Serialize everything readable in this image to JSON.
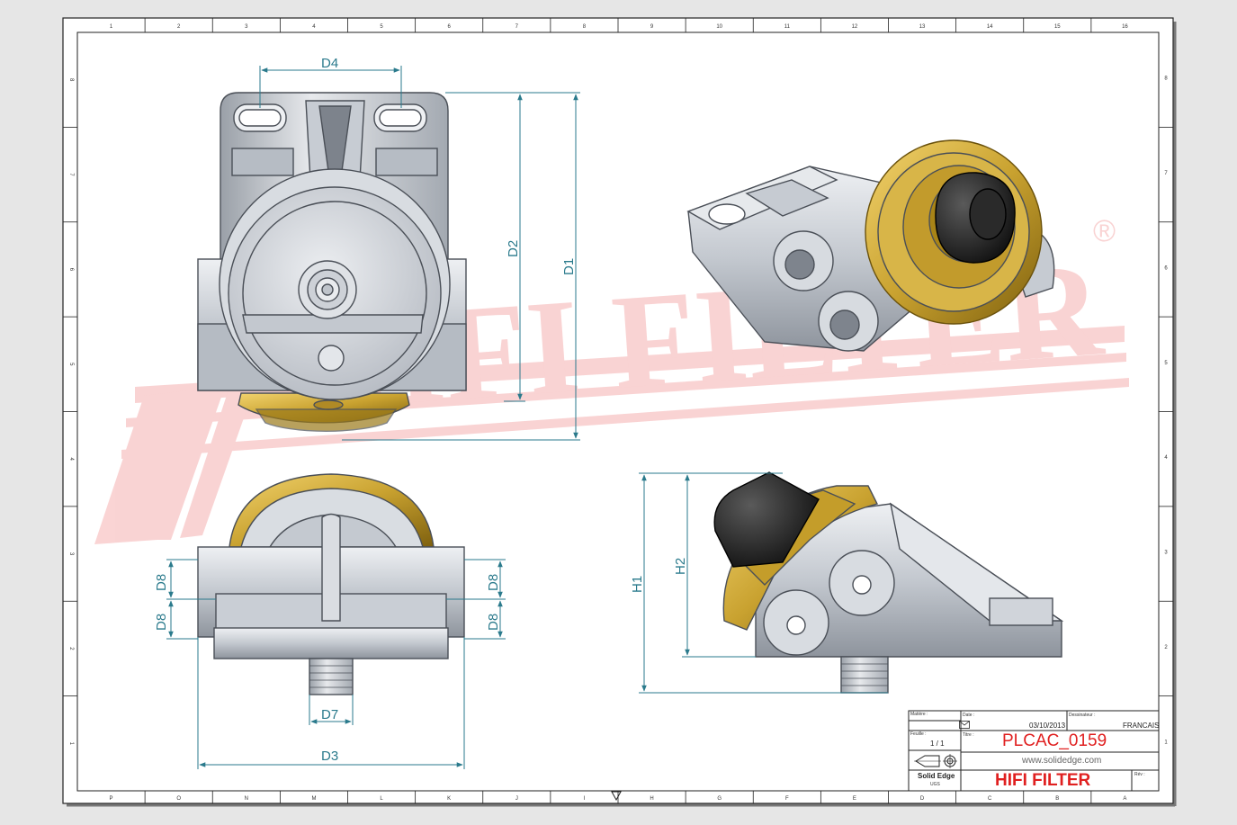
{
  "colors": {
    "paper": "#ffffff",
    "frame": "#222222",
    "dimension": "#2a7a8c",
    "watermark": "#e73a3a",
    "body_metal": "#cdd1d8",
    "body_metal_dark": "#8c929c",
    "brass": "#c9a230",
    "brass_dark": "#8a6b12",
    "rubber": "#2b2b2b",
    "title_red": "#e02020"
  },
  "watermark": {
    "text": "HIFI FILTER",
    "mark": "®"
  },
  "dimensions": {
    "D1": "D1",
    "D2": "D2",
    "D3": "D3",
    "D4": "D4",
    "D7": "D7",
    "D8": "D8",
    "H1": "H1",
    "H2": "H2"
  },
  "border": {
    "top_numbers": [
      "1",
      "2",
      "3",
      "4",
      "5",
      "6",
      "7",
      "8",
      "9",
      "10",
      "11",
      "12",
      "13",
      "14",
      "15",
      "16"
    ],
    "bottom_letters": [
      "P",
      "O",
      "N",
      "M",
      "L",
      "K",
      "J",
      "I",
      "H",
      "G",
      "F",
      "E",
      "D",
      "C",
      "B",
      "A"
    ],
    "left_numbers": [
      "8",
      "7",
      "6",
      "5",
      "4",
      "3",
      "2",
      "1"
    ],
    "right_numbers": [
      "8",
      "7",
      "6",
      "5",
      "4",
      "3",
      "2",
      "1"
    ]
  },
  "title_block": {
    "matiere_label": "Matière :",
    "date_label": "Date :",
    "date_value": "03/10/2013",
    "dessinateur_label": "Dessinateur :",
    "language": "FRANCAIS",
    "feuille_label": "Feuille :",
    "feuille_value": "1 / 1",
    "titre_label": "Titre :",
    "part_number": "PLCAC_0159",
    "website": "www.solidedge.com",
    "software": "Solid Edge",
    "software_sub": "UGS",
    "company": "HIFI FILTER",
    "rev_label": "Rév :"
  }
}
